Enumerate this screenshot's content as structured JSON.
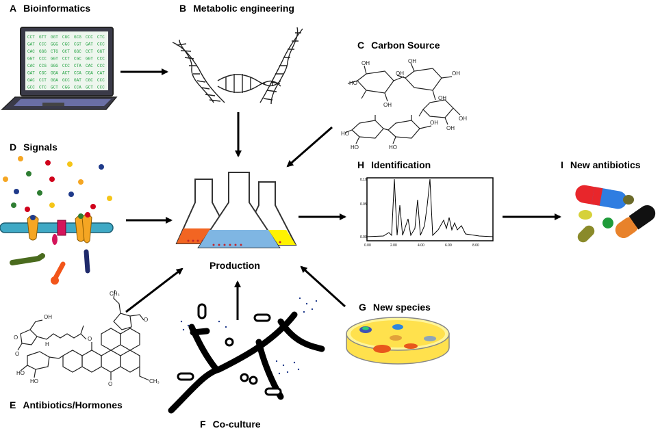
{
  "panels": {
    "a": {
      "letter": "A",
      "title": "Bioinformatics"
    },
    "b": {
      "letter": "B",
      "title": "Metabolic engineering"
    },
    "c": {
      "letter": "C",
      "title": "Carbon Source"
    },
    "d": {
      "letter": "D",
      "title": "Signals"
    },
    "e": {
      "letter": "E",
      "title": "Antibiotics/Hormones"
    },
    "f": {
      "letter": "F",
      "title": "Co-culture"
    },
    "g": {
      "letter": "G",
      "title": "New species"
    },
    "h": {
      "letter": "H",
      "title": "Identification"
    },
    "i": {
      "letter": "I",
      "title": "New antibiotics"
    }
  },
  "center": {
    "label": "Production"
  },
  "laptop_codons": [
    [
      "CCT",
      "GTT",
      "GGT",
      "CGC",
      "GCG",
      "CCC",
      "CTC"
    ],
    [
      "GAT",
      "CCC",
      "GGG",
      "CGC",
      "CGT",
      "GAT",
      "CCC"
    ],
    [
      "CAC",
      "GGG",
      "CTG",
      "GCT",
      "GGC",
      "CCT",
      "GGT"
    ],
    [
      "GGT",
      "CCC",
      "GGT",
      "CCT",
      "CGC",
      "GGT",
      "CCC"
    ],
    [
      "CAC",
      "CCG",
      "GGG",
      "CCC",
      "CTA",
      "CAC",
      "CCC"
    ],
    [
      "GAT",
      "CGC",
      "GGA",
      "ACT",
      "CCA",
      "CGA",
      "CAT"
    ],
    [
      "GAC",
      "CCT",
      "GGA",
      "GCC",
      "GAT",
      "CGC",
      "CCC"
    ],
    [
      "GCC",
      "CTC",
      "GCT",
      "CGG",
      "CCA",
      "GCT",
      "CCC"
    ]
  ],
  "colors": {
    "arrow": "#000000",
    "liquid_orange": "#f26522",
    "liquid_blue": "#7fb6e3",
    "liquid_yellow": "#fff200",
    "membrane": "#3fa9c5",
    "codon": "#1a9e3a",
    "agar": "#ffe14d"
  }
}
